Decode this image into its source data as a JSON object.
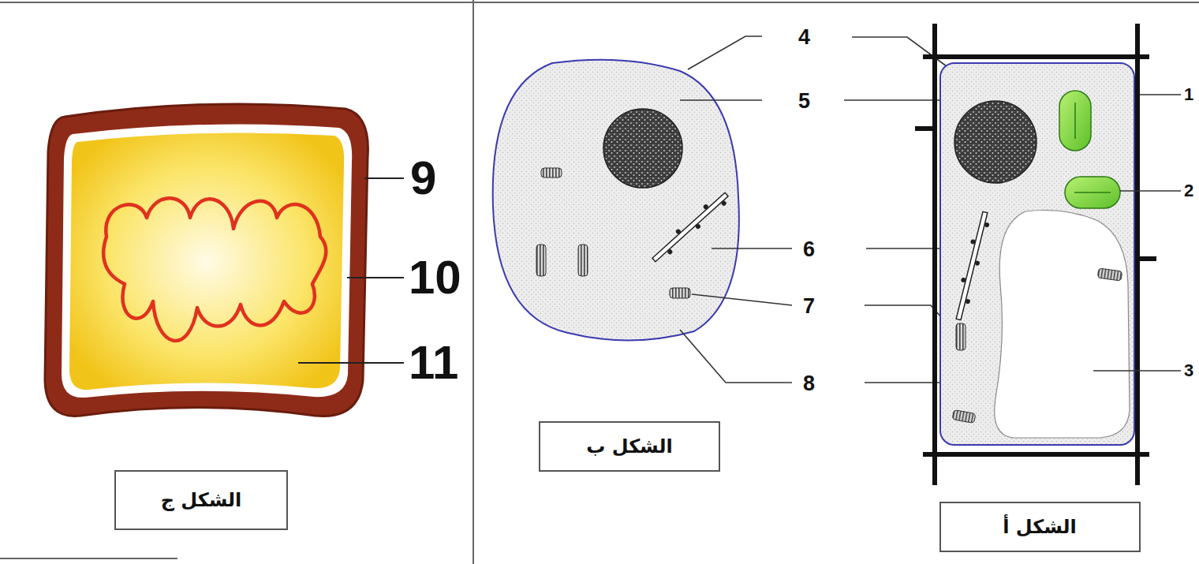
{
  "diagram": {
    "nodes": [
      {
        "text": [
          "الشكل أ"
        ]
      },
      {
        "text": [
          "الشكل ب"
        ]
      },
      {
        "text": [
          "الشكل ج"
        ]
      }
    ],
    "labels": [
      "1",
      "2",
      "3",
      "4",
      "5",
      "6",
      "7",
      "8",
      "9",
      "10",
      "11"
    ]
  }
}
